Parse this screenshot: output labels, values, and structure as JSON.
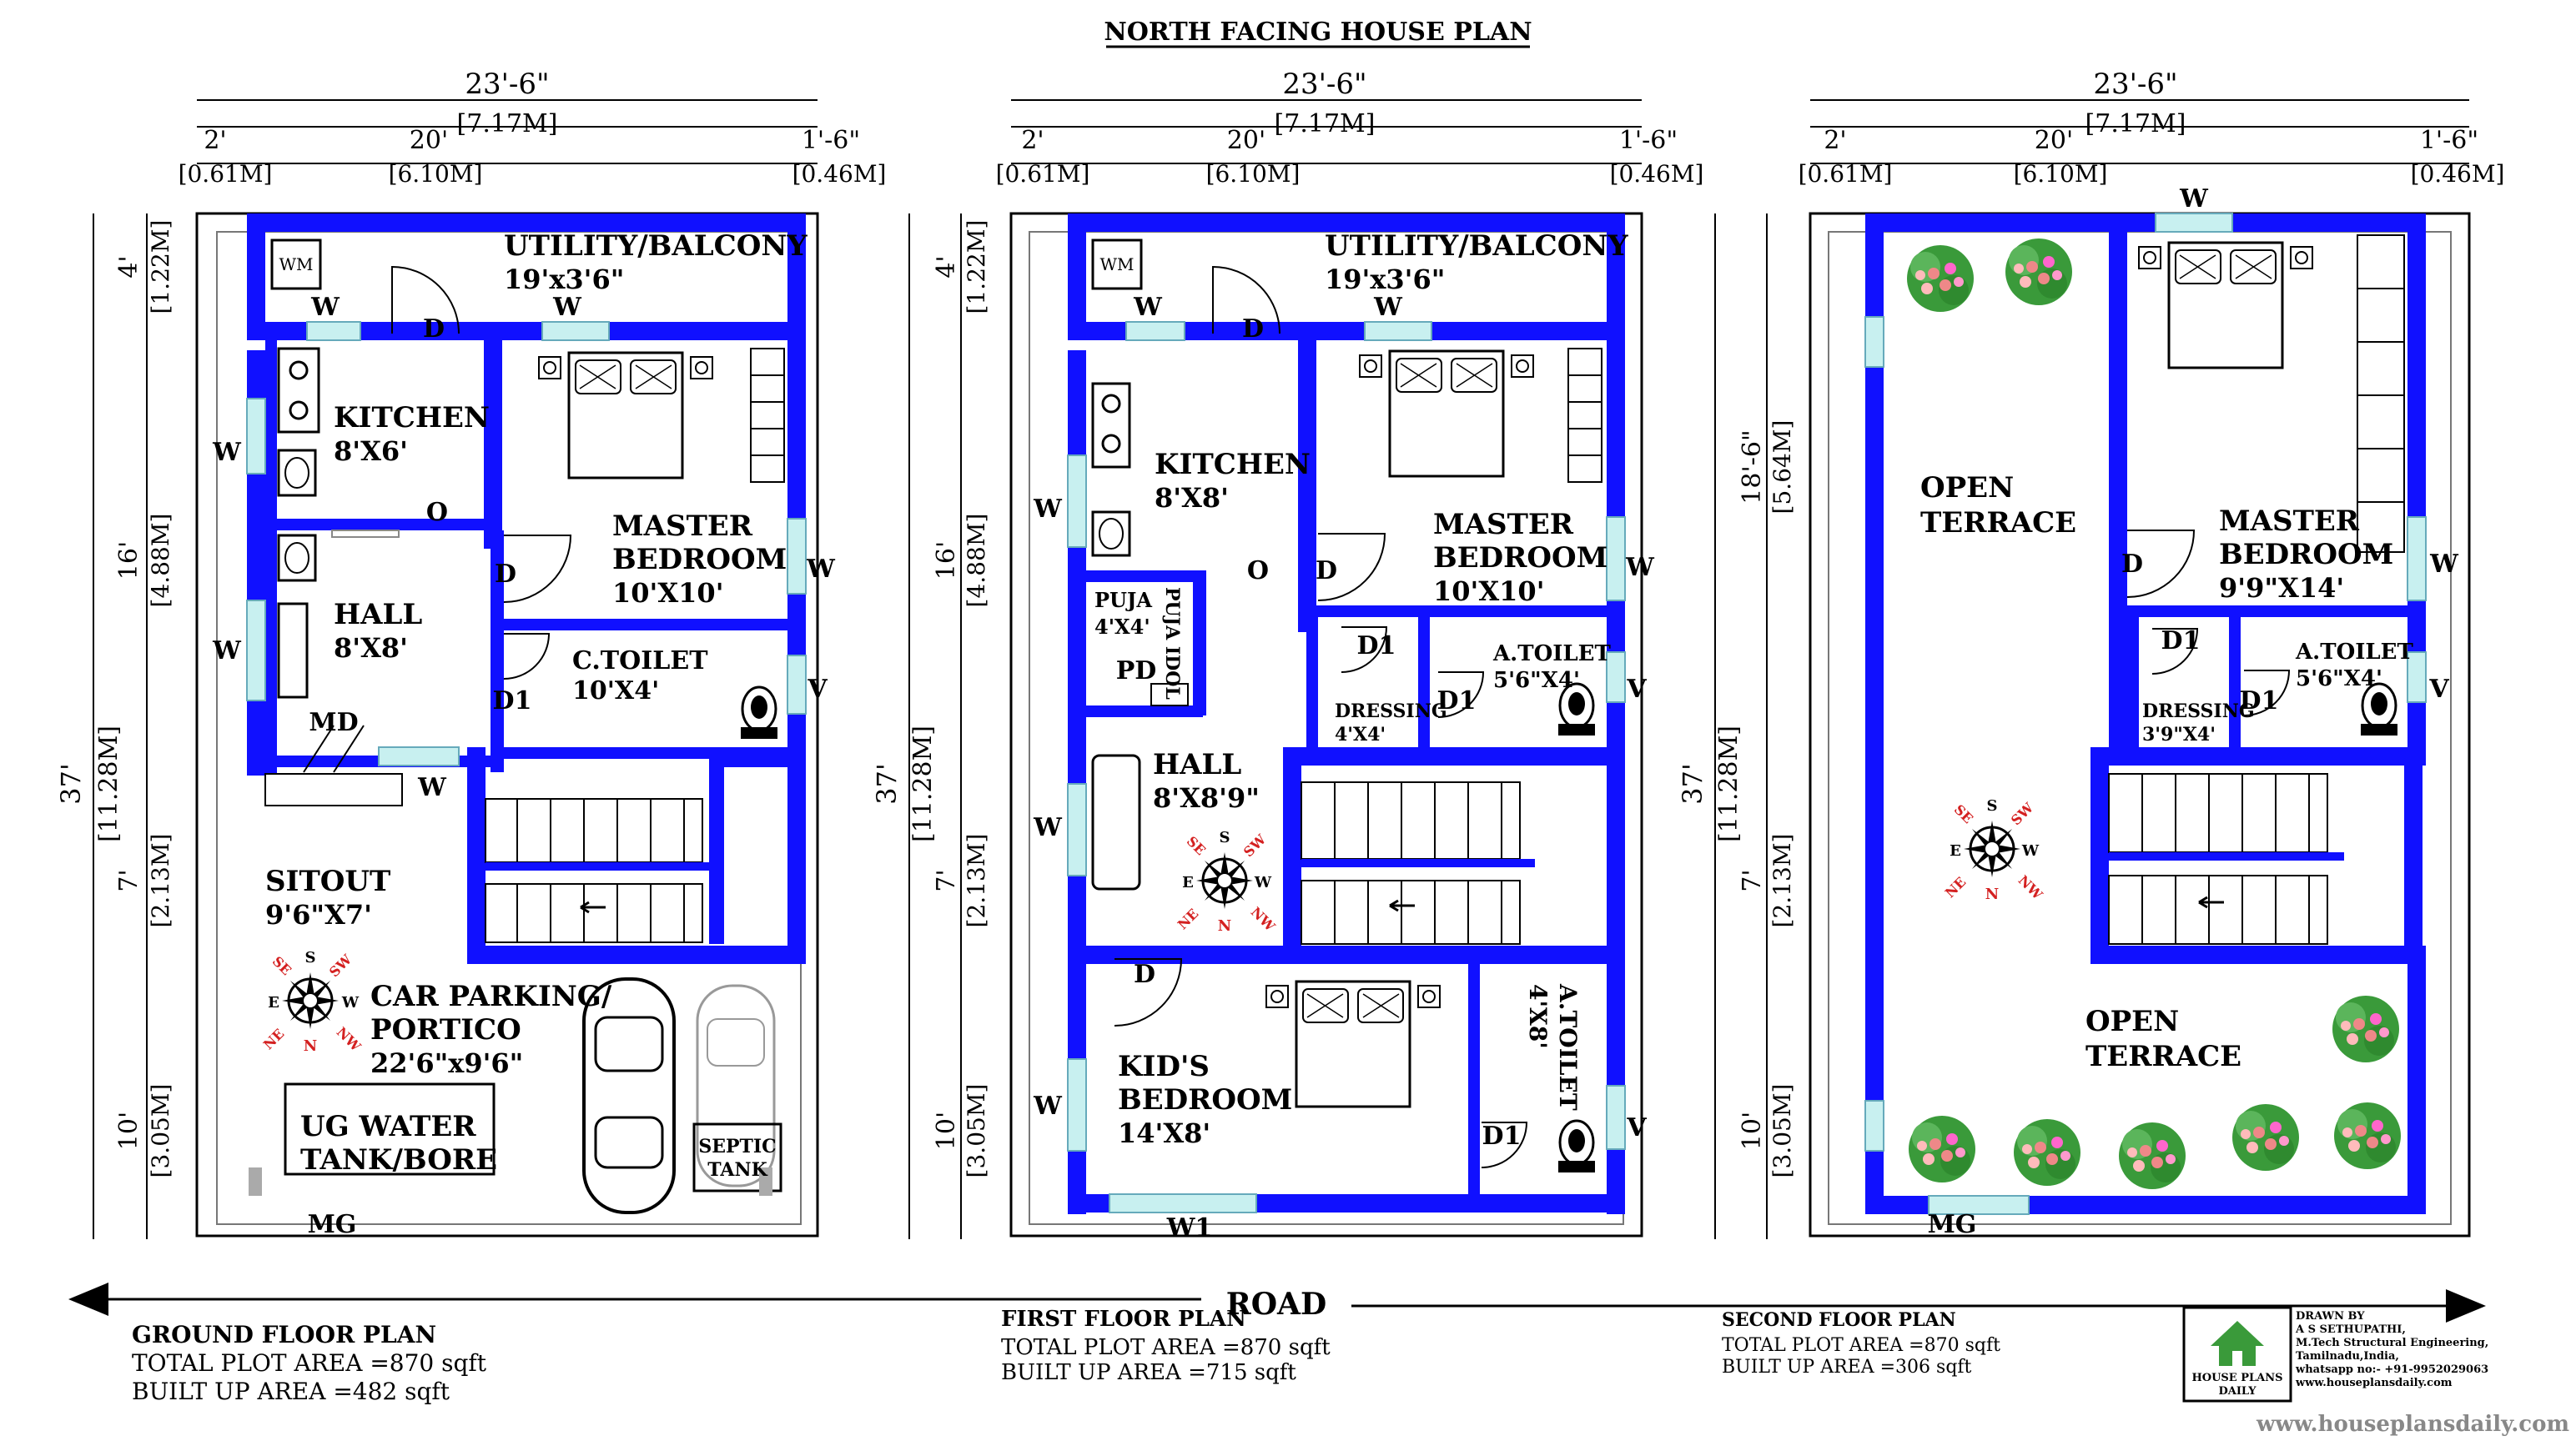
{
  "title": "NORTH FACING HOUSE PLAN",
  "road_label": "ROAD",
  "dims": {
    "total_w": "23'-6\"",
    "total_w_m": "[7.17M]",
    "seg1": "2'",
    "seg1_m": "[0.61M]",
    "seg2": "20'",
    "seg2_m": "[6.10M]",
    "seg3": "1'-6\"",
    "seg3_m": "[0.46M]",
    "total_h": "37'",
    "total_h_m": "[11.28M]",
    "h4": "4'",
    "h4_m": "[1.22M]",
    "h16": "16'",
    "h16_m": "[4.88M]",
    "h7": "7'",
    "h7_m": "[2.13M]",
    "h10": "10'",
    "h10_m": "[3.05M]",
    "h185": "18'-6\"",
    "h185_m": "[5.64M]"
  },
  "sym": {
    "W": "W",
    "D": "D",
    "D1": "D1",
    "O": "O",
    "V": "V",
    "MD": "MD",
    "MG": "MG",
    "W1": "W1",
    "PD": "PD",
    "WM": "WM"
  },
  "compass": {
    "N": "N",
    "S": "S",
    "E": "E",
    "W": "W",
    "NE": "NE",
    "NW": "NW",
    "SE": "SE",
    "SW": "SW"
  },
  "ground": {
    "utility": "UTILITY/BALCONY",
    "utility_size": "19'x3'6\"",
    "kitchen": "KITCHEN",
    "kitchen_size": "8'X6'",
    "master": "MASTER",
    "master2": "BEDROOM",
    "master_size": "10'X10'",
    "hall": "HALL",
    "hall_size": "8'X8'",
    "ctoilet": "C.TOILET",
    "ctoilet_size": "10'X4'",
    "sitout": "SITOUT",
    "sitout_size": "9'6\"X7'",
    "car": "CAR PARKING/",
    "car2": "PORTICO",
    "car_size": "22'6\"x9'6\"",
    "ug": "UG WATER",
    "ug2": "TANK/BORE",
    "septic": "SEPTIC",
    "septic2": "TANK",
    "plan": "GROUND FLOOR PLAN",
    "area": "TOTAL PLOT AREA =870 sqft",
    "built": "BUILT UP AREA =482 sqft"
  },
  "first": {
    "utility": "UTILITY/BALCONY",
    "utility_size": "19'x3'6\"",
    "kitchen": "KITCHEN",
    "kitchen_size": "8'X8'",
    "master": "MASTER",
    "master2": "BEDROOM",
    "master_size": "10'X10'",
    "puja": "PUJA",
    "puja_size": "4'X4'",
    "puja_idol": "PUJA IDOL",
    "dressing": "DRESSING",
    "dressing_size": "4'X4'",
    "atoilet": "A.TOILET",
    "atoilet_size": "5'6\"X4'",
    "hall": "HALL",
    "hall_size": "8'X8'9\"",
    "kids": "KID'S",
    "kids2": "BEDROOM",
    "kids_size": "14'X8'",
    "atoilet2": "A.TOILET",
    "atoilet2_size": "4'X8'",
    "plan": "FIRST FLOOR PLAN",
    "area": "TOTAL PLOT AREA =870 sqft",
    "built": "BUILT UP AREA =715 sqft"
  },
  "second": {
    "open1": "OPEN",
    "open1b": "TERRACE",
    "master": "MASTER",
    "master2": "BEDROOM",
    "master_size": "9'9\"X14'",
    "dressing": "DRESSING",
    "dressing_size": "3'9\"X4'",
    "atoilet": "A.TOILET",
    "atoilet_size": "5'6\"X4'",
    "open2": "OPEN",
    "open2b": "TERRACE",
    "plan": "SECOND FLOOR PLAN",
    "area": "TOTAL PLOT AREA =870 sqft",
    "built": "BUILT UP AREA =306 sqft"
  },
  "credit": {
    "drawn": "DRAWN BY",
    "name": "A S SETHUPATHI,",
    "degree": "M.Tech Structural Engineering,",
    "place": "Tamilnadu,India,",
    "phone": "whatsapp no:- +91-9952029063",
    "web": "www.houseplansdaily.com",
    "logo1": "HOUSE PLANS",
    "logo2": "DAILY",
    "url": "www.houseplansdaily.com"
  },
  "colors": {
    "wall": "#1010ff",
    "window": "#c8f0f0",
    "compass_red": "#d42020",
    "foliage": "#3a9a3a"
  }
}
